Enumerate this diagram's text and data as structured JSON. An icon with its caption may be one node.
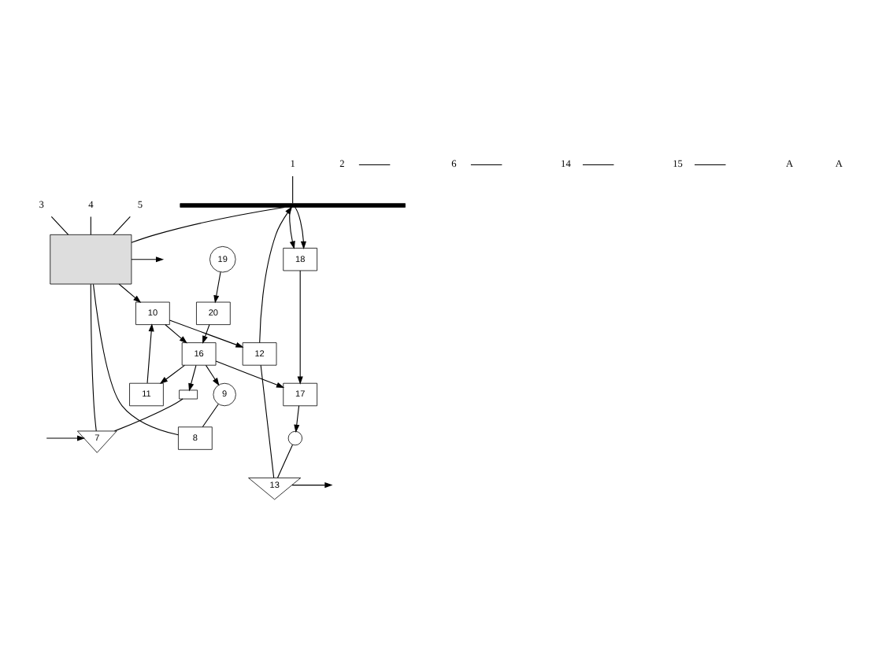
{
  "diagram": {
    "nodes": [
      {
        "text": [],
        "shape": "bar"
      },
      {
        "text": [],
        "shape": "box"
      },
      {
        "text": [
          "1"
        ]
      },
      {
        "text": [
          "2"
        ]
      },
      {
        "text": [
          "3"
        ]
      },
      {
        "text": [
          "4"
        ]
      },
      {
        "text": [
          "5"
        ]
      },
      {
        "text": [
          "6"
        ]
      },
      {
        "text": [
          "8"
        ]
      },
      {
        "text": [
          "9"
        ]
      },
      {
        "text": [
          "7"
        ]
      },
      {
        "text": [
          "10"
        ]
      },
      {
        "text": [
          "11"
        ]
      },
      {
        "text": [
          "12"
        ]
      },
      {
        "text": [
          "13"
        ]
      },
      {
        "text": [],
        "shape": "circle"
      },
      {
        "text": [
          "14"
        ]
      },
      {
        "text": [
          "15"
        ]
      },
      {
        "text": [
          "16"
        ]
      },
      {
        "text": [
          "17"
        ]
      },
      {
        "text": [
          "18"
        ]
      },
      {
        "text": [
          "19"
        ]
      },
      {
        "text": [
          "20"
        ]
      },
      {
        "text": [],
        "shape": "box"
      }
    ],
    "edges": [
      {
        "from": 2,
        "to": 0,
        "arrow": "none"
      },
      {
        "from": 3,
        "to": null,
        "arrow": "none"
      },
      {
        "from": 4,
        "to": 1,
        "arrow": "none"
      },
      {
        "from": 5,
        "to": 1,
        "arrow": "none"
      },
      {
        "from": 6,
        "to": 1,
        "arrow": "none"
      },
      {
        "from": 7,
        "to": null,
        "arrow": "none"
      },
      {
        "from": 16,
        "to": null,
        "arrow": "none"
      },
      {
        "from": 17,
        "to": null,
        "arrow": "none"
      },
      {
        "from": 0,
        "to": 1,
        "arrow": "none"
      },
      {
        "from": 0,
        "to": 20,
        "arrow": "to"
      },
      {
        "from": 0,
        "to": 20,
        "arrow": "to"
      },
      {
        "from": 20,
        "to": 19,
        "arrow": "to"
      },
      {
        "from": 1,
        "to": 11,
        "arrow": "to"
      },
      {
        "from": 11,
        "to": 13,
        "arrow": "to"
      },
      {
        "from": 13,
        "to": 0,
        "arrow": "to"
      },
      {
        "from": 13,
        "to": 14,
        "arrow": "none"
      },
      {
        "from": 15,
        "to": 14,
        "arrow": "none"
      },
      {
        "from": 14,
        "to": null,
        "arrow": "to"
      },
      {
        "from": 9,
        "to": 8,
        "arrow": "none"
      },
      {
        "from": 8,
        "to": 1,
        "arrow": "none"
      },
      {
        "from": 1,
        "to": null,
        "arrow": "to"
      },
      {
        "from": null,
        "to": 10,
        "arrow": "to"
      },
      {
        "from": 10,
        "to": 1,
        "arrow": "none"
      },
      {
        "from": 23,
        "to": 10,
        "arrow": "none"
      },
      {
        "from": 18,
        "to": 23,
        "arrow": "to"
      },
      {
        "from": 18,
        "to": 9,
        "arrow": "to"
      },
      {
        "from": 18,
        "to": 19,
        "arrow": "to"
      },
      {
        "from": 21,
        "to": 22,
        "arrow": "to"
      },
      {
        "from": 22,
        "to": 18,
        "arrow": "to"
      },
      {
        "from": 11,
        "to": 18,
        "arrow": "to"
      },
      {
        "from": 18,
        "to": 12,
        "arrow": "to"
      },
      {
        "from": 12,
        "to": 11,
        "arrow": "to"
      },
      {
        "from": 19,
        "to": 15,
        "arrow": "to"
      }
    ],
    "labels": [
      "A",
      "A"
    ]
  }
}
